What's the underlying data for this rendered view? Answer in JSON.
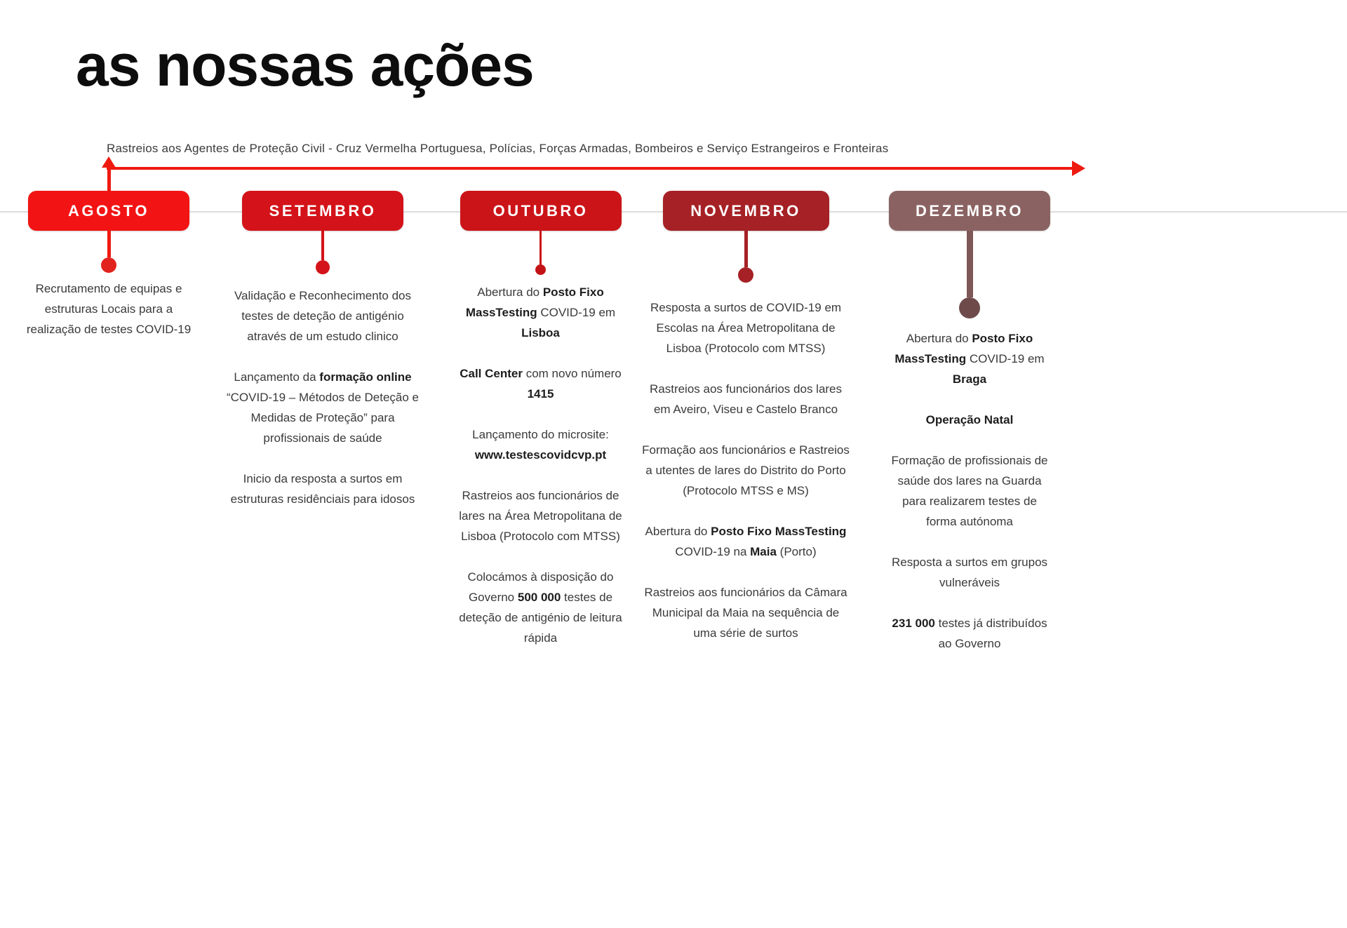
{
  "title": "as nossas ações",
  "banner": "Rastreios aos Agentes de Proteção Civil - Cruz Vermelha Portuguesa, Polícias, Forças Armadas, Bombeiros e Serviço Estrangeiros e Fronteiras",
  "colors": {
    "arrow": "#ee1a10",
    "baseline": "#dcdcdc"
  },
  "months": [
    {
      "label": "AGOSTO",
      "badge_color": "#f21414",
      "line_color": "#ee1a10",
      "dot_color": "#e2231d",
      "paragraphs": [
        [
          {
            "t": "Recrutamento de equipas e estruturas Locais para a realização de testes COVID-19"
          }
        ]
      ]
    },
    {
      "label": "SETEMBRO",
      "badge_color": "#d31319",
      "line_color": "#d31319",
      "dot_color": "#d31319",
      "paragraphs": [
        [
          {
            "t": "Validação e Reconhecimento dos testes de deteção de antigénio através de um estudo clinico"
          }
        ],
        [
          {
            "t": "Lançamento da "
          },
          {
            "t": "formação online",
            "b": true
          },
          {
            "t": " “COVID-19 – Métodos de Deteção e Medidas de Proteção” para profissionais de saúde"
          }
        ],
        [
          {
            "t": "Inicio da resposta a surtos em estruturas residênciais para idosos"
          }
        ]
      ]
    },
    {
      "label": "OUTUBRO",
      "badge_color": "#cb1418",
      "line_color": "#cb1418",
      "dot_color": "#c41317",
      "paragraphs": [
        [
          {
            "t": "Abertura do "
          },
          {
            "t": "Posto Fixo MassTesting",
            "b": true
          },
          {
            "t": " COVID-19 em "
          },
          {
            "t": "Lisboa",
            "b": true
          }
        ],
        [
          {
            "t": "Call Center",
            "b": true
          },
          {
            "t": " com novo número "
          },
          {
            "t": "1415",
            "b": true
          }
        ],
        [
          {
            "t": "Lançamento do microsite: "
          },
          {
            "t": "www.testescovidcvp.pt",
            "b": true
          }
        ],
        [
          {
            "t": "Rastreios aos funcionários de lares na Área Metropolitana de Lisboa (Protocolo com MTSS)"
          }
        ],
        [
          {
            "t": "Colocámos à disposição  do Governo "
          },
          {
            "t": "500 000",
            "b": true
          },
          {
            "t": " testes de deteção de antigénio de leitura rápida"
          }
        ]
      ]
    },
    {
      "label": "NOVEMBRO",
      "badge_color": "#a52125",
      "line_color": "#a52125",
      "dot_color": "#a52125",
      "paragraphs": [
        [
          {
            "t": "Resposta a surtos de COVID-19 em Escolas na Área Metropolitana de Lisboa (Protocolo com MTSS)"
          }
        ],
        [
          {
            "t": "Rastreios aos funcionários dos lares  em Aveiro, Viseu e Castelo Branco"
          }
        ],
        [
          {
            "t": "Formação aos funcionários e Rastreios a utentes de lares do Distrito do Porto (Protocolo MTSS e MS)"
          }
        ],
        [
          {
            "t": "Abertura do "
          },
          {
            "t": "Posto Fixo MassTesting",
            "b": true
          },
          {
            "t": " COVID-19 na "
          },
          {
            "t": "Maia",
            "b": true
          },
          {
            "t": " (Porto)"
          }
        ],
        [
          {
            "t": "Rastreios aos funcionários da Câmara Municipal da Maia na sequência de uma série de surtos"
          }
        ]
      ]
    },
    {
      "label": "DEZEMBRO",
      "badge_color": "#8b6262",
      "line_color": "#7e5757",
      "dot_color": "#6e4a4a",
      "paragraphs": [
        [
          {
            "t": "Abertura do "
          },
          {
            "t": "Posto Fixo MassTesting",
            "b": true
          },
          {
            "t": " COVID-19 em "
          },
          {
            "t": "Braga",
            "b": true
          }
        ],
        [
          {
            "t": "Operação Natal",
            "b": true
          }
        ],
        [
          {
            "t": "Formação de profissionais de saúde dos lares na Guarda para realizarem testes de forma autónoma"
          }
        ],
        [
          {
            "t": "Resposta a surtos em grupos vulneráveis"
          }
        ],
        [
          {
            "t": "231 000",
            "b": true
          },
          {
            "t": "  testes já distribuídos ao Governo"
          }
        ]
      ]
    }
  ]
}
